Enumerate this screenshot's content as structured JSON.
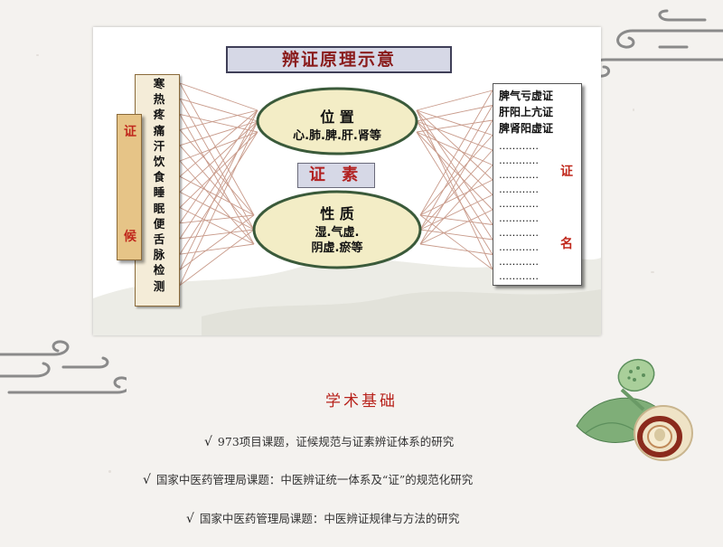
{
  "diagram": {
    "title": "辨证原理示意",
    "center_label": "证 素",
    "left_side_label_top": "证",
    "left_side_label_bottom": "候",
    "symptoms": [
      "寒",
      "热",
      "疼",
      "痛",
      "汗",
      "饮",
      "食",
      "睡",
      "眠",
      "便",
      "舌",
      "脉",
      "检",
      "测"
    ],
    "location": {
      "heading": "位 置",
      "detail": "心.肺.脾.肝.肾等"
    },
    "nature": {
      "heading": "性 质",
      "detail1": "湿.气虚.",
      "detail2": "阴虚.瘀等"
    },
    "syndromes": [
      "脾气亏虚证",
      "肝阳上亢证",
      "脾肾阳虚证"
    ],
    "placeholder": "…………",
    "right_side_label_top": "证",
    "right_side_label_bottom": "名"
  },
  "academic": {
    "title": "学术基础",
    "check": "√",
    "items": [
      "973项目课题，证候规范与证素辨证体系的研究",
      "国家中医药管理局课题：中医辨证统一体系及“证”的规范化研究",
      "国家中医药管理局课题：中医辨证规律与方法的研究"
    ]
  },
  "colors": {
    "accent_red": "#b8231c",
    "ellipse_fill": "#f3edc6",
    "ellipse_border": "#3a5a3a",
    "line_color": "#c89a8a"
  },
  "decor": {
    "lotus": "lotus-seedpod-illustration",
    "clouds": "ink-cloud-swirls"
  }
}
